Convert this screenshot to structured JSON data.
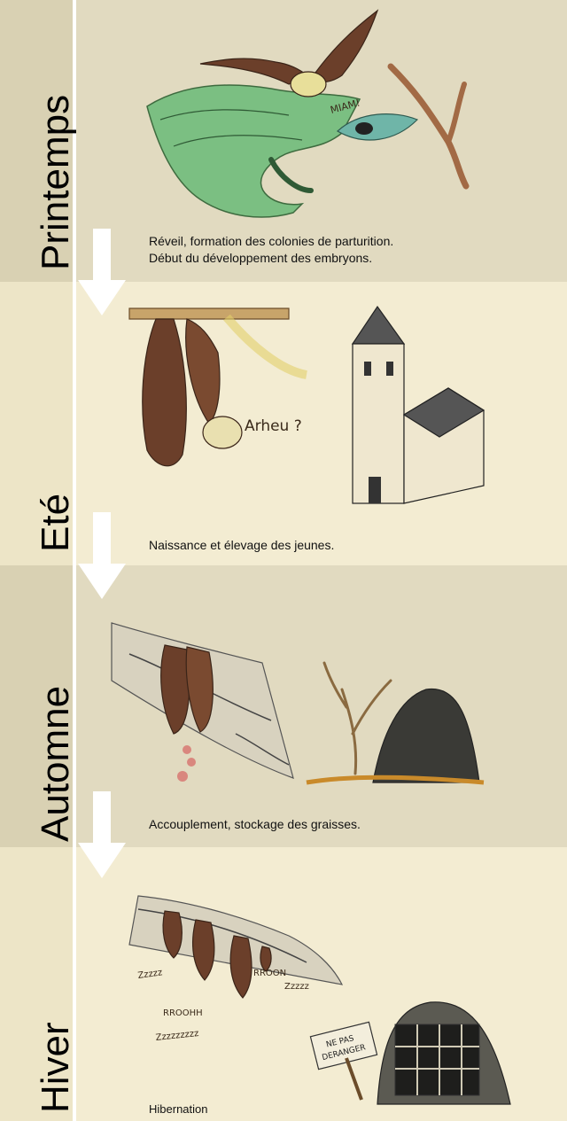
{
  "seasons": [
    {
      "name": "Printemps",
      "caption_lines": [
        "Réveil, formation des colonies de parturition.",
        "Début du développement des embryons."
      ],
      "bubble": "MIAM!",
      "tab_color": "#d9d1b3",
      "panel_color": "#e1dac0"
    },
    {
      "name": "Eté",
      "caption_lines": [
        "Naissance et élevage des jeunes."
      ],
      "bubble": "Arheu ?",
      "tab_color": "#ede5c7",
      "panel_color": "#f3ecd2"
    },
    {
      "name": "Automne",
      "caption_lines": [
        "Accouplement, stockage des graisses."
      ],
      "bubble": "",
      "tab_color": "#d9d1b3",
      "panel_color": "#e1dac0"
    },
    {
      "name": "Hiver",
      "caption_lines": [
        "Hibernation"
      ],
      "sign_lines": [
        "NE PAS",
        "DERANGER"
      ],
      "snore": [
        "Zzzzz",
        "RROON",
        "Zzzzz",
        "RROOHH",
        "Zzzzzzzzz"
      ],
      "tab_color": "#ede5c7",
      "panel_color": "#f3ecd2"
    }
  ],
  "colors": {
    "arrow": "#ffffff",
    "bat": "#5a3a28",
    "ink": "#3a2a1a",
    "grass": "#4e9a5a"
  }
}
